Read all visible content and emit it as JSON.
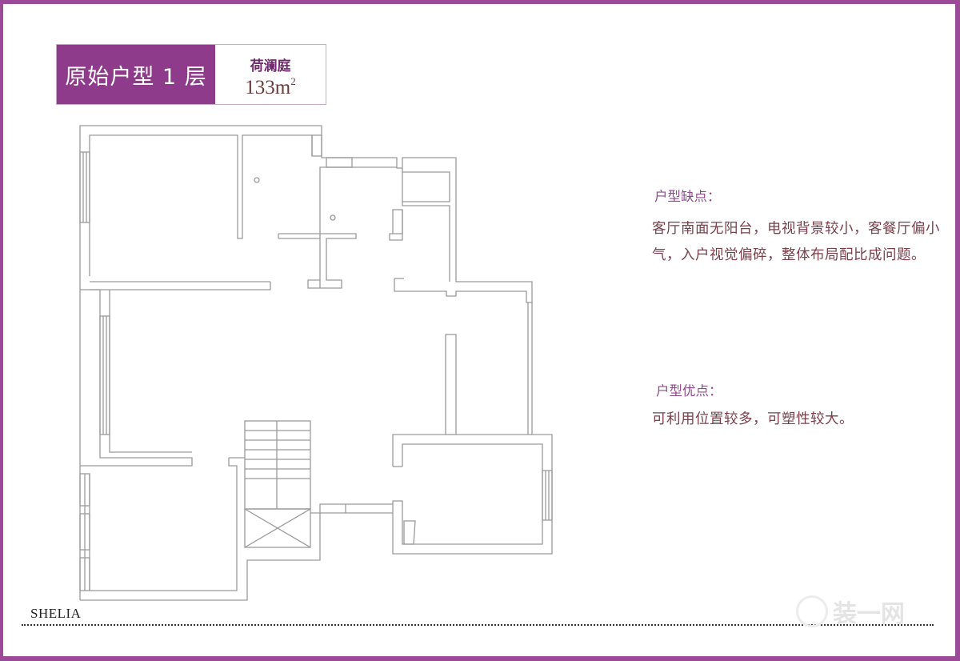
{
  "header": {
    "title": "原始户型 1 层",
    "project_name": "荷澜庭",
    "area_value": "133m",
    "area_unit_sup": "2"
  },
  "notes": {
    "cons_heading": "户型缺点：",
    "cons_body": "客厅南面无阳台，电视背景较小，客餐厅偏小气，入户视觉偏碎，整体布局配比成问题。",
    "pros_heading": "户型优点：",
    "pros_body": "可利用位置较多，可塑性较大。"
  },
  "footer": {
    "signature": "SHELIA",
    "watermark_text": "装一网"
  },
  "colors": {
    "frame": "#9b4a97",
    "title_fill": "#8e3b8b",
    "heading": "#8e4a8c",
    "body_text": "#7a3f4a",
    "wall_line": "#9a9a9a"
  },
  "floor_plan": {
    "label": "floor-plan-level-1",
    "features": [
      "bedroom-top-left",
      "bathroom-top-middle",
      "kitchen-top-right",
      "living-dining-hall",
      "staircase",
      "elevator-shaft",
      "bedroom-bottom-left",
      "bedroom-bottom-right",
      "windows",
      "floor-drains"
    ]
  }
}
